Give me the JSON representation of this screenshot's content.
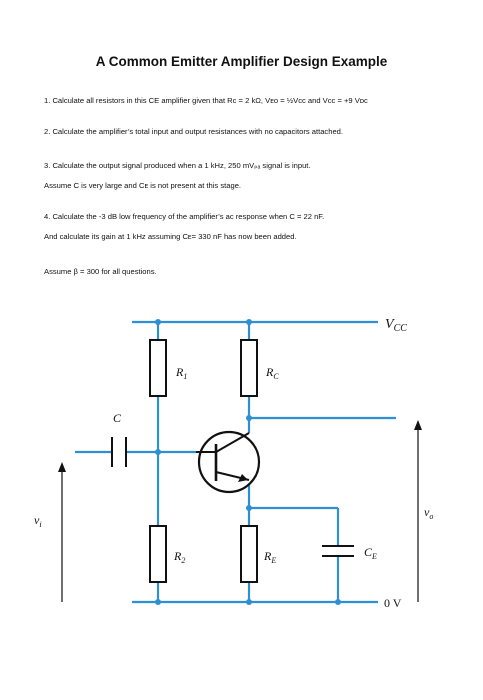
{
  "document": {
    "title": "A Common Emitter Amplifier Design Example",
    "questions": [
      "1. Calculate all resistors in this CE amplifier given that Rᴄ = 2 kΩ, Vᴇᴏ = ½Vᴄᴄ and Vᴄᴄ = +9 Vᴅᴄ",
      "2. Calculate the amplifier’s total input and output resistances with no capacitors attached.",
      "3. Calculate the output signal produced when a 1 kHz, 250 mVₚₐ signal is input.",
      "Assume C is very large and Cᴇ is not present at this stage.",
      "4. Calculate the -3 dB low frequency of the amplifier’s ac response when C = 22 nF.",
      "And calculate its gain at 1 kHz assuming Cᴇ= 330 nF has now been added.",
      "Assume β = 300 for all questions."
    ]
  },
  "circuit": {
    "labels": {
      "vcc": "V",
      "vcc_sub": "CC",
      "r1": "R",
      "r1_sub": "1",
      "rc": "R",
      "rc_sub": "C",
      "c": "C",
      "r2": "R",
      "r2_sub": "2",
      "re": "R",
      "re_sub": "E",
      "ce": "C",
      "ce_sub": "E",
      "zero_v": "0 V",
      "vin": "v",
      "vin_sub": "i",
      "vout": "v",
      "vout_sub": "o"
    },
    "colors": {
      "wire": "#2e8fd1",
      "component": "#111111"
    }
  }
}
